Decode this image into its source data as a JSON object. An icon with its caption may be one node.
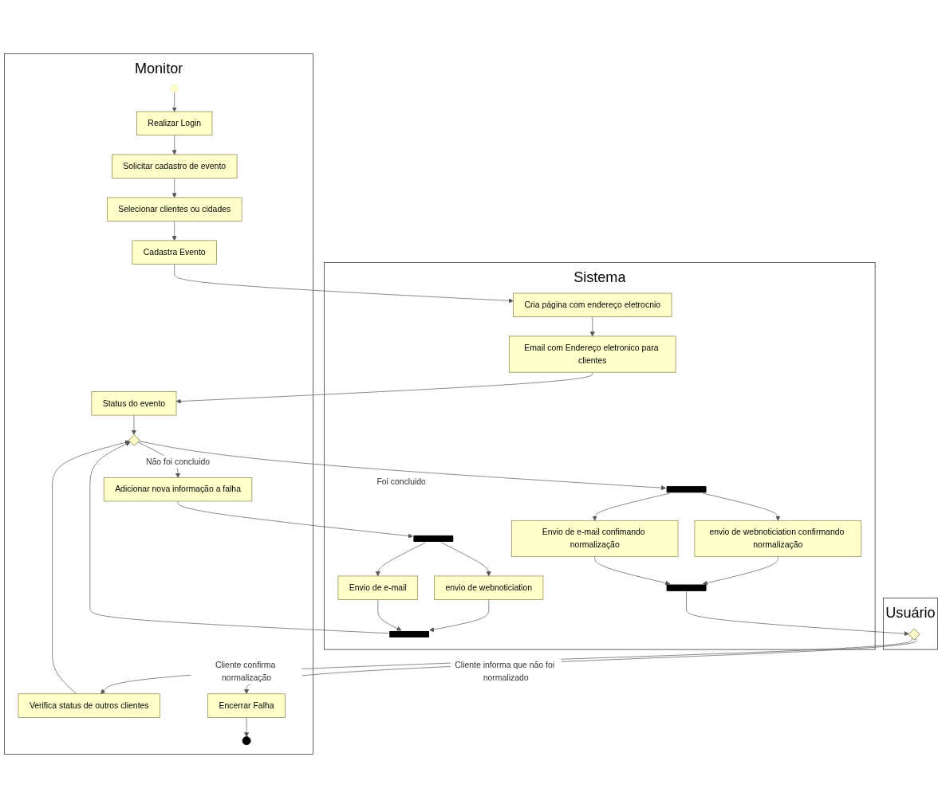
{
  "diagram": {
    "nodes": [
      {
        "text": [
          "Monitor"
        ]
      },
      {
        "text": [
          "Sistema"
        ]
      },
      {
        "text": [
          "Usuário"
        ]
      },
      {
        "text": [],
        "shape": "circle",
        "in": 0
      },
      {
        "text": [
          "Realizar Login"
        ],
        "in": 0
      },
      {
        "text": [
          "Solicitar cadastro de evento"
        ],
        "in": 0
      },
      {
        "text": [
          "Selecionar clientes ou cidades"
        ],
        "in": 0
      },
      {
        "text": [
          "Cadastra Evento"
        ],
        "in": 0
      },
      {
        "text": [
          "Cria página com endereço eletrocnio"
        ],
        "in": 1
      },
      {
        "text": [
          "Email com Endereço eletronico para clientes"
        ],
        "in": 1
      },
      {
        "text": [
          "Status do evento"
        ],
        "in": 0
      },
      {
        "text": [],
        "shape": "diamond",
        "in": 0
      },
      {
        "text": [
          "Adicionar nova informação a falha"
        ],
        "in": 0
      },
      {
        "text": [],
        "shape": "bar",
        "in": 1
      },
      {
        "text": [
          "envio de webnoticiation"
        ],
        "in": 1
      },
      {
        "text": [
          "Envio de e-mail"
        ],
        "in": 1
      },
      {
        "text": [],
        "shape": "bar",
        "in": 1
      },
      {
        "text": [],
        "shape": "bar",
        "in": 1
      },
      {
        "text": [
          "envio de webnoticiation confirmando normalização"
        ],
        "in": 1
      },
      {
        "text": [
          "Envio de e-mail confimando normalização"
        ],
        "in": 1
      },
      {
        "text": [],
        "shape": "bar",
        "in": 1
      },
      {
        "text": [
          "Verifica status de outros clientes"
        ],
        "in": 0
      },
      {
        "text": [],
        "shape": "diamond",
        "in": 2
      },
      {
        "text": [
          "Encerrar Falha"
        ],
        "in": 0
      },
      {
        "text": [],
        "shape": "circle",
        "in": 0
      }
    ],
    "edges": [
      {
        "from": 3,
        "to": 4,
        "arrow": "to"
      },
      {
        "from": 4,
        "to": 5,
        "arrow": "to"
      },
      {
        "from": 5,
        "to": 6,
        "arrow": "to"
      },
      {
        "from": 6,
        "to": 7,
        "arrow": "to"
      },
      {
        "from": 7,
        "to": 8,
        "arrow": "to"
      },
      {
        "from": 8,
        "to": 9,
        "arrow": "to"
      },
      {
        "from": 9,
        "to": 10,
        "arrow": "to"
      },
      {
        "from": 10,
        "to": 11,
        "arrow": "to"
      },
      {
        "from": 11,
        "to": 12,
        "label": "Não foi concluido",
        "arrow": "to"
      },
      {
        "from": 12,
        "to": 13,
        "arrow": "to"
      },
      {
        "from": 13,
        "to": 14,
        "arrow": "to"
      },
      {
        "from": 13,
        "to": 15,
        "arrow": "to"
      },
      {
        "from": 14,
        "to": 16,
        "arrow": "to"
      },
      {
        "from": 15,
        "to": 16,
        "arrow": "to"
      },
      {
        "from": 16,
        "to": 11,
        "arrow": "to"
      },
      {
        "from": 11,
        "to": 17,
        "label": "Foi concluido",
        "arrow": "to"
      },
      {
        "from": 17,
        "to": 18,
        "arrow": "to"
      },
      {
        "from": 17,
        "to": 19,
        "arrow": "to"
      },
      {
        "from": 18,
        "to": 20,
        "arrow": "to"
      },
      {
        "from": 19,
        "to": 20,
        "arrow": "to"
      },
      {
        "from": 20,
        "to": 22,
        "arrow": "to"
      },
      {
        "from": 22,
        "to": 21,
        "label": "Cliente informa que não foi normalizado",
        "arrow": "to"
      },
      {
        "from": 21,
        "to": 11,
        "arrow": "to"
      },
      {
        "from": 22,
        "to": 23,
        "label": "Cliente confirma normalização",
        "arrow": "to"
      },
      {
        "from": 23,
        "to": 24,
        "arrow": "to"
      }
    ]
  }
}
